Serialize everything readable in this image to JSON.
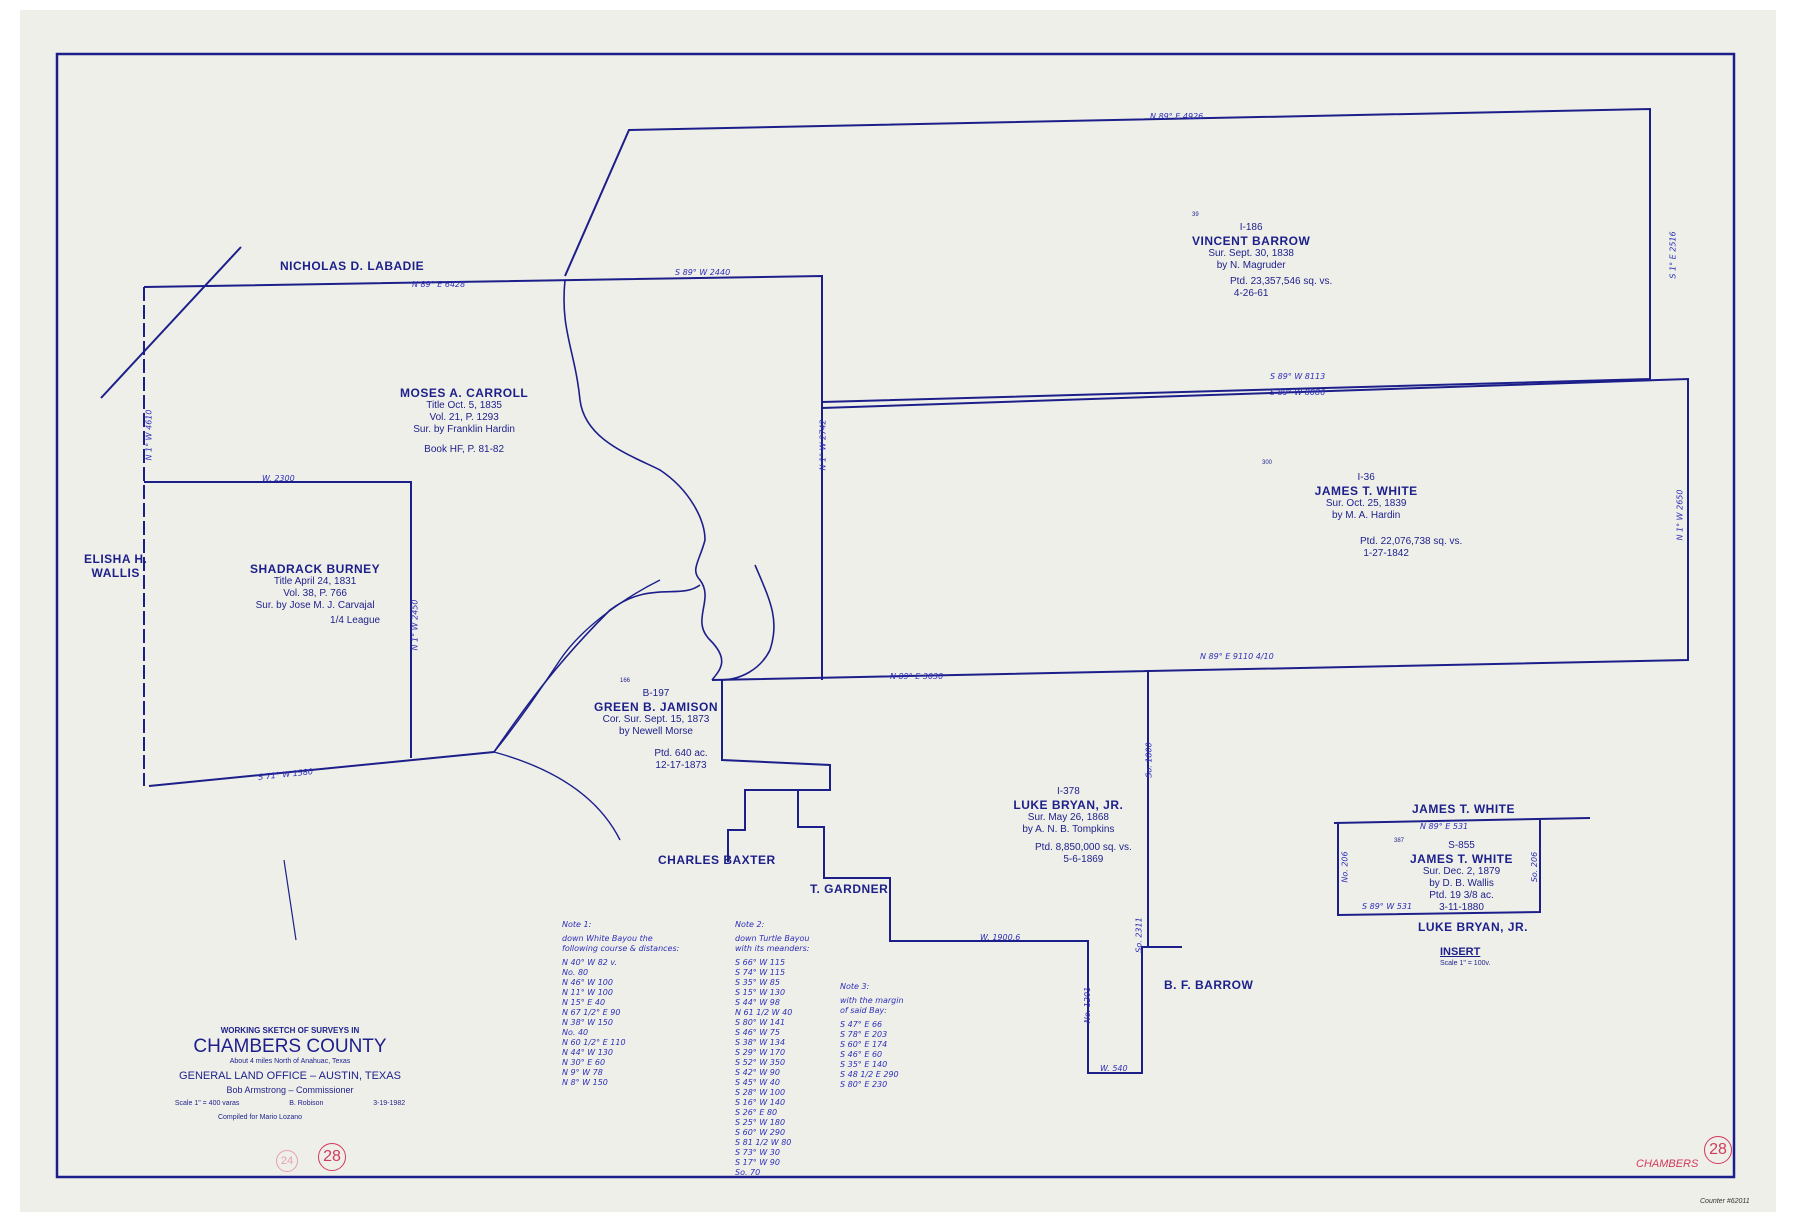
{
  "map": {
    "ink_color": "#1c1f8a",
    "stamp_color": "#d23a5a",
    "paper_color": "#efefea"
  },
  "surveys": [
    {
      "id": "I-186",
      "name": "VINCENT BARROW",
      "lines": [
        "Sur. Sept. 30, 1838",
        "by N. Magruder"
      ],
      "patent": [
        "Ptd. 23,357,546 sq. vs.",
        "4-26-61"
      ],
      "number": "39"
    },
    {
      "id": "I-36",
      "name": "JAMES T. WHITE",
      "lines": [
        "Sur. Oct. 25, 1839",
        "by M. A. Hardin"
      ],
      "patent": [
        "Ptd. 22,076,738 sq. vs.",
        "1-27-1842"
      ],
      "number": "300"
    },
    {
      "id": "",
      "name": "MOSES A. CARROLL",
      "lines": [
        "Title Oct. 5, 1835",
        "Vol. 21, P. 1293",
        "Sur. by Franklin Hardin"
      ],
      "patent": [
        "Book HF, P. 81-82"
      ]
    },
    {
      "id": "",
      "name": "SHADRACK BURNEY",
      "lines": [
        "Title April 24, 1831",
        "Vol. 38, P. 766",
        "Sur. by Jose M. J. Carvajal"
      ],
      "patent": [
        "1/4 League"
      ]
    },
    {
      "id": "B-197",
      "name": "GREEN B. JAMISON",
      "lines": [
        "Cor. Sur. Sept. 15, 1873",
        "by Newell Morse"
      ],
      "patent": [
        "Ptd. 640 ac.",
        "12-17-1873"
      ],
      "number": "166"
    },
    {
      "id": "I-378",
      "name": "LUKE BRYAN, JR.",
      "lines": [
        "Sur. May 26, 1868",
        "by A. N. B. Tompkins"
      ],
      "patent": [
        "Ptd. 8,850,000 sq. vs.",
        "5-6-1869"
      ]
    }
  ],
  "adjoining": {
    "labadie": "NICHOLAS D. LABADIE",
    "wallis": [
      "ELISHA H.",
      "WALLIS"
    ],
    "baxter": "CHARLES BAXTER",
    "gardner": "T. GARDNER",
    "barrow": "B. F. BARROW"
  },
  "bearings": {
    "b1": "N 89° E 4926",
    "b2": "S 89° W 8113",
    "b3": "S 89° W 8086",
    "b4": "N 89° E 9110 4/10",
    "b5": "N 89° E 6428",
    "b6": "S 89° W 2440",
    "b7": "W. 2300",
    "b8": "W. 1900.6",
    "b9": "W. 540",
    "b10": "N 1° W 2742",
    "b11": "S 71° W 1580",
    "b12": "N 1° W 4610",
    "b13": "N 1° W 2450",
    "b14": "N 89° E 3030",
    "b15": "S 1° E 2516",
    "b16": "N 1° W 2650",
    "b17": "So. 1800",
    "b18": "So. 2311",
    "b19": "No. 1201"
  },
  "insert": {
    "north": "JAMES T. WHITE",
    "south": "LUKE BRYAN, JR.",
    "id": "S-855",
    "name": "JAMES T. WHITE",
    "lines": [
      "Sur. Dec. 2, 1879",
      "by D. B. Wallis",
      "Ptd. 19 3/8 ac.",
      "3-11-1880"
    ],
    "number": "387",
    "top": "N 89° E 531",
    "bottom": "S 89° W 531",
    "left": "No. 206",
    "right": "So. 206",
    "title": "INSERT",
    "scale": "Scale 1\" = 100v."
  },
  "notes": [
    {
      "title": "Note 1:",
      "desc": [
        "down White Bayou the",
        "following course & distances:"
      ],
      "items": [
        "N 40° W 82 v.",
        "No. 80",
        "N 46° W 100",
        "N 11° W 100",
        "N 15° E 40",
        "N 67 1/2° E 90",
        "N 38° W 150",
        "No. 40",
        "N 60 1/2° E 110",
        "N 44° W 130",
        "N 30° E 60",
        "N 9° W 78",
        "N 8° W 150"
      ]
    },
    {
      "title": "Note 2:",
      "desc": [
        "down Turtle Bayou",
        "with its meanders:"
      ],
      "items": [
        "S 66° W 115",
        "S 74° W 115",
        "S 35° W 85",
        "S 15° W 130",
        "S 44° W 98",
        "N 61 1/2 W 40",
        "S 80° W 141",
        "S 46° W 75",
        "S 38° W 134",
        "S 29° W 170",
        "S 52° W 350",
        "S 42° W 90",
        "S 45° W 40",
        "S 28° W 100",
        "S 16° W 140",
        "S 26° E 80",
        "S 25° W 180",
        "S 60° W 290",
        "S 81 1/2 W 80",
        "S 73° W 30",
        "S 17° W 90",
        "So. 70"
      ]
    },
    {
      "title": "Note 3:",
      "desc": [
        "with the margin",
        "of said Bay:"
      ],
      "items": [
        "S 47° E 66",
        "S 78° E 203",
        "S 60° E 174",
        "S 46° E 60",
        "S 35° E 140",
        "S 48 1/2 E 290",
        "S 80° E 230"
      ]
    }
  ],
  "title_block": {
    "pre": "WORKING SKETCH OF SURVEYS IN",
    "county": "CHAMBERS COUNTY",
    "location": "About 4 miles North of Anahuac, Texas",
    "office": "GENERAL LAND OFFICE – AUSTIN, TEXAS",
    "commissioner": "Bob Armstrong – Commissioner",
    "scale": "Scale 1\" = 400 varas",
    "drafter": "B. Robison",
    "date": "3-19-1982",
    "compiled": "Compiled for Mario Lozano",
    "stamp1": "24",
    "stamp2": "28"
  },
  "corner": {
    "county_stamp": "CHAMBERS",
    "stamp": "28",
    "catalog": "Counter #62011"
  }
}
